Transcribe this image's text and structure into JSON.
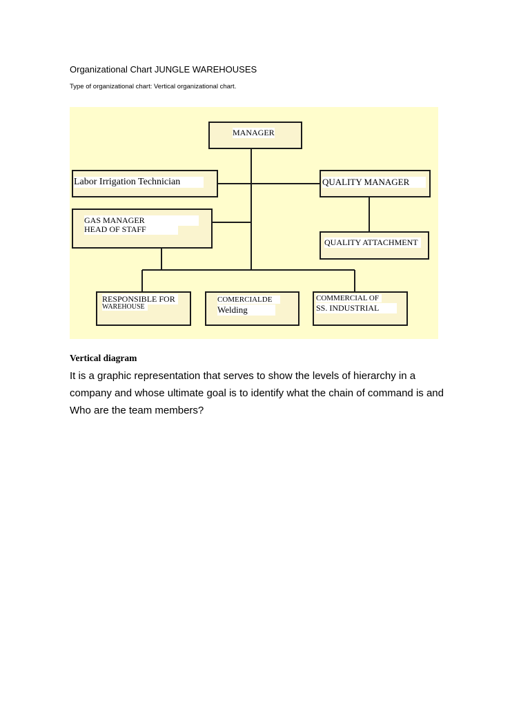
{
  "document": {
    "title": "Organizational Chart JUNGLE WAREHOUSES",
    "subtitle": "Type of organizational chart: Vertical organizational chart."
  },
  "org_chart": {
    "colors": {
      "panel": "#fffdcc",
      "box": "#faf4cf",
      "border": "#1a1a1a"
    },
    "nodes": {
      "manager": {
        "lines": [
          "MANAGER"
        ]
      },
      "labor": {
        "lines": [
          "Labor Irrigation Technician"
        ]
      },
      "quality_manager": {
        "lines": [
          "QUALITY MANAGER"
        ]
      },
      "gas_manager": {
        "lines": [
          "GAS MANAGER",
          "HEAD OF STAFF"
        ]
      },
      "quality_attachment": {
        "lines": [
          "QUALITY ATTACHMENT"
        ]
      },
      "responsible": {
        "lines": [
          "RESPONSIBLE FOR",
          "WAREHOUSE"
        ]
      },
      "comercialde": {
        "lines": [
          "COMERCIALDE",
          "Welding"
        ]
      },
      "commercial": {
        "lines": [
          "COMMERCIAL OF",
          "SS. INDUSTRIAL"
        ]
      }
    }
  },
  "section": {
    "heading": "Vertical diagram",
    "body": "It is a graphic representation that serves to show the levels of hierarchy in a company and whose ultimate goal is to identify what the chain of command is and Who are the team members?"
  }
}
